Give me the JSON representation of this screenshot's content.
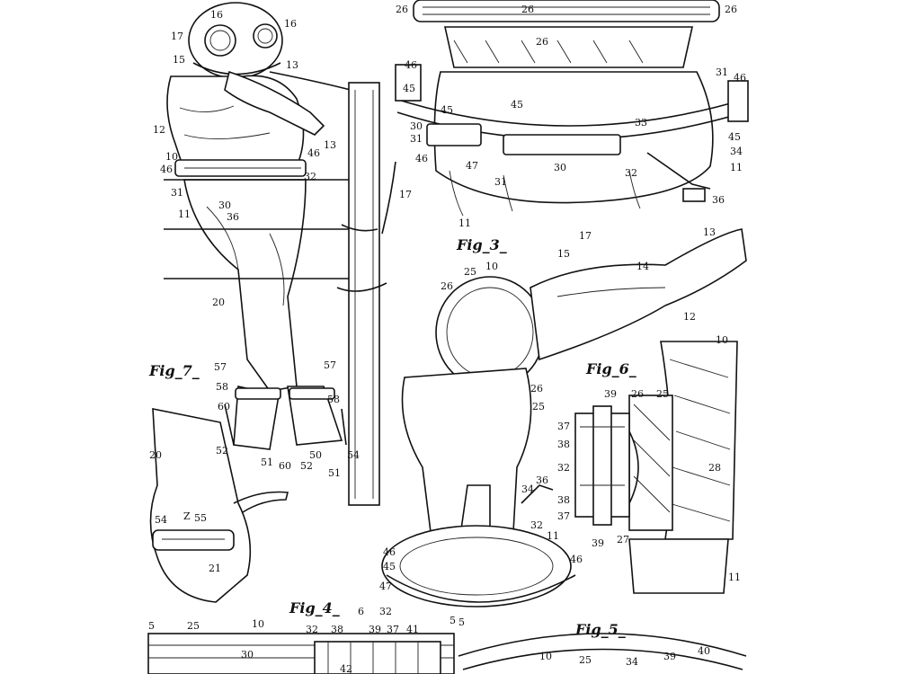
{
  "figure_labels": {
    "fig3": "Fig_3_",
    "fig4": "Fig_4_",
    "fig5": "Fig_5_",
    "fig6": "Fig_6_",
    "fig7": "Fig_7_"
  },
  "diver_refs": [
    "16",
    "16",
    "17",
    "15",
    "13",
    "12",
    "10",
    "46",
    "31",
    "30",
    "36",
    "11",
    "32",
    "13",
    "46",
    "17",
    "20"
  ],
  "fig7_refs": [
    "57",
    "58",
    "60",
    "52",
    "51",
    "60",
    "50",
    "52",
    "51",
    "54",
    "57",
    "58",
    "54",
    "Z",
    "55",
    "20",
    "21"
  ],
  "fig3_refs": [
    "26",
    "26",
    "26",
    "26",
    "46",
    "45",
    "30",
    "31",
    "45",
    "47",
    "46",
    "31",
    "30",
    "45",
    "33",
    "32",
    "34",
    "11",
    "36",
    "31",
    "46",
    "45",
    "11"
  ],
  "fig4_refs": [
    "15",
    "25",
    "10",
    "26",
    "17",
    "14",
    "13",
    "12",
    "26",
    "25",
    "36",
    "34",
    "32",
    "11",
    "46",
    "45",
    "47",
    "46",
    "5",
    "5"
  ],
  "fig6_refs": [
    "10",
    "39",
    "26",
    "25",
    "37",
    "38",
    "32",
    "38",
    "37",
    "39",
    "27",
    "28",
    "11"
  ],
  "bottom_refs": [
    "5",
    "25",
    "10",
    "30",
    "32",
    "38",
    "6",
    "39",
    "32",
    "37",
    "41",
    "42",
    "10",
    "25",
    "34",
    "39",
    "40"
  ]
}
